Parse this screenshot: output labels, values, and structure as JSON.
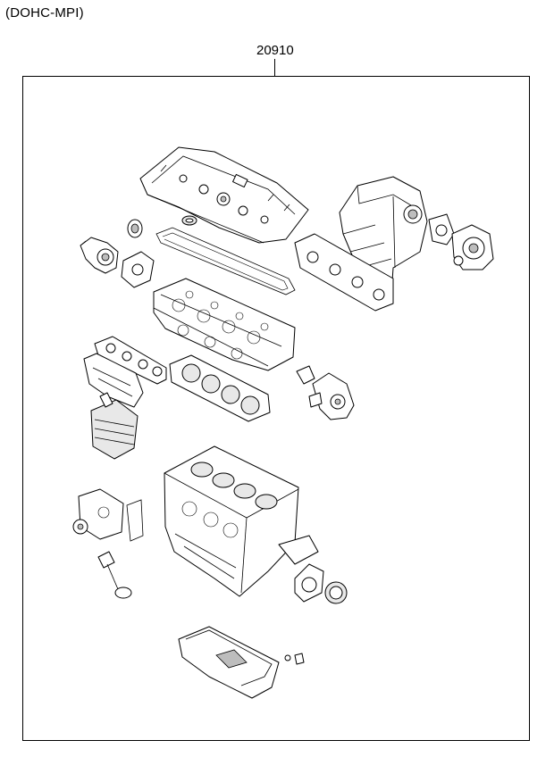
{
  "header": {
    "engine_label": "(DOHC-MPI)"
  },
  "diagram": {
    "part_number": "20910",
    "components": [
      "cylinder-head-cover",
      "head-cover-gasket",
      "camshaft-oil-seal",
      "water-inlet-fitting",
      "thermostat-gasket",
      "cylinder-head",
      "intake-manifold",
      "intake-manifold-gasket",
      "throttle-body",
      "throttle-body-gasket",
      "exhaust-manifold-gasket",
      "exhaust-manifold-catalytic-converter",
      "cylinder-head-gasket",
      "water-outlet-fitting",
      "water-outlet-gasket",
      "cylinder-block",
      "oil-pump",
      "oil-pump-gasket",
      "oil-strainer",
      "rear-oil-seal-case",
      "crankshaft-rear-seal",
      "oil-pan",
      "oil-drain-plug"
    ]
  }
}
